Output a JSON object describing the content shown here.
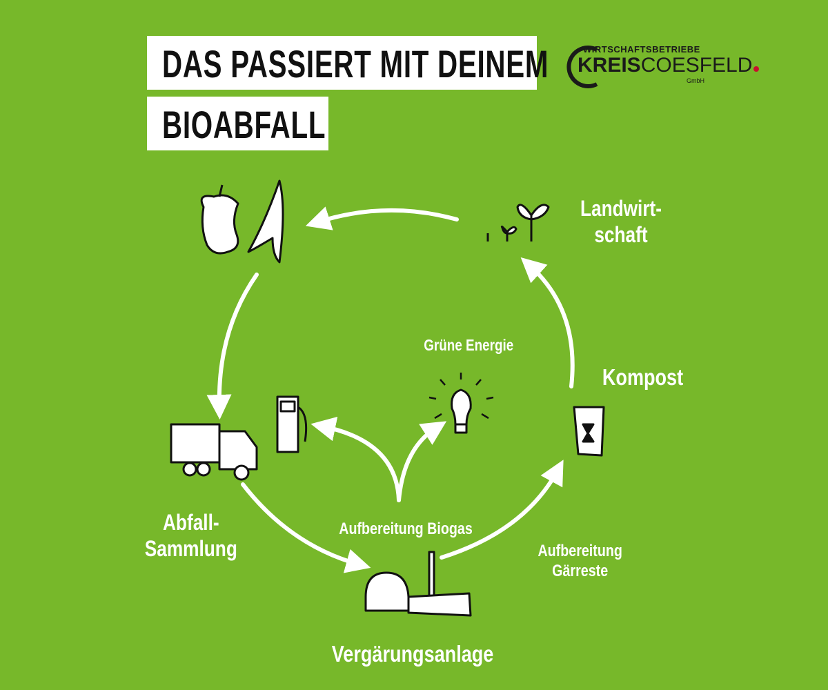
{
  "title": {
    "line1": "DAS PASSIERT MIT DEINEM",
    "line2": "BIOABFALL"
  },
  "logo": {
    "top": "WIRTSCHAFTSBETRIEBE",
    "kreis": "KREIS",
    "coesfeld": "COESFELD",
    "suffix": "GmbH"
  },
  "labels": {
    "landwirtschaft_1": "Landwirt-",
    "landwirtschaft_2": "schaft",
    "kompost": "Kompost",
    "gruene_energie": "Grüne Energie",
    "abfall_1": "Abfall-",
    "abfall_2": "Sammlung",
    "biogas": "Aufbereitung Biogas",
    "gaerreste_1": "Aufbereitung",
    "gaerreste_2": "Gärreste",
    "anlage": "Vergärungsanlage"
  },
  "colors": {
    "background": "#77b82a",
    "accent": "#c8102e"
  }
}
